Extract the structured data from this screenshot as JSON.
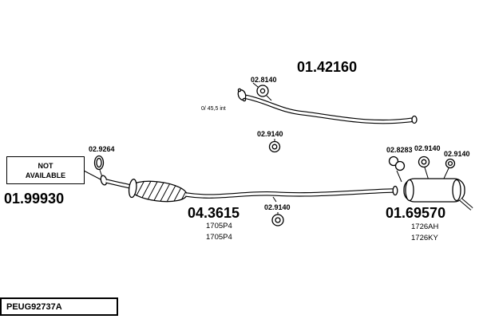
{
  "footer": {
    "code": "PEUG92737A"
  },
  "colors": {
    "ink": "#000000",
    "background": "#ffffff"
  },
  "parts": {
    "upper_pipe": {
      "number": "01.42160"
    },
    "upper_clamp": {
      "number": "02.8140"
    },
    "upper_note": {
      "text": "0/ 45,5 int"
    },
    "upper_hanger": {
      "number": "02.9140"
    },
    "front_ring": {
      "number": "02.9264"
    },
    "front_pipe": {
      "number": "01.99930",
      "availability_line1": "NOT",
      "availability_line2": "AVAILABLE"
    },
    "center_pipe": {
      "number": "04.3615",
      "variant1": "1705P4",
      "variant2": "1705P4"
    },
    "center_hanger": {
      "number": "02.9140"
    },
    "rear_gasket": {
      "number": "02.8283"
    },
    "rear_hanger_1": {
      "number": "02.9140"
    },
    "rear_hanger_2": {
      "number": "02.9140"
    },
    "rear_muffler": {
      "number": "01.69570",
      "variant1": "1726AH",
      "variant2": "1726KY"
    }
  }
}
